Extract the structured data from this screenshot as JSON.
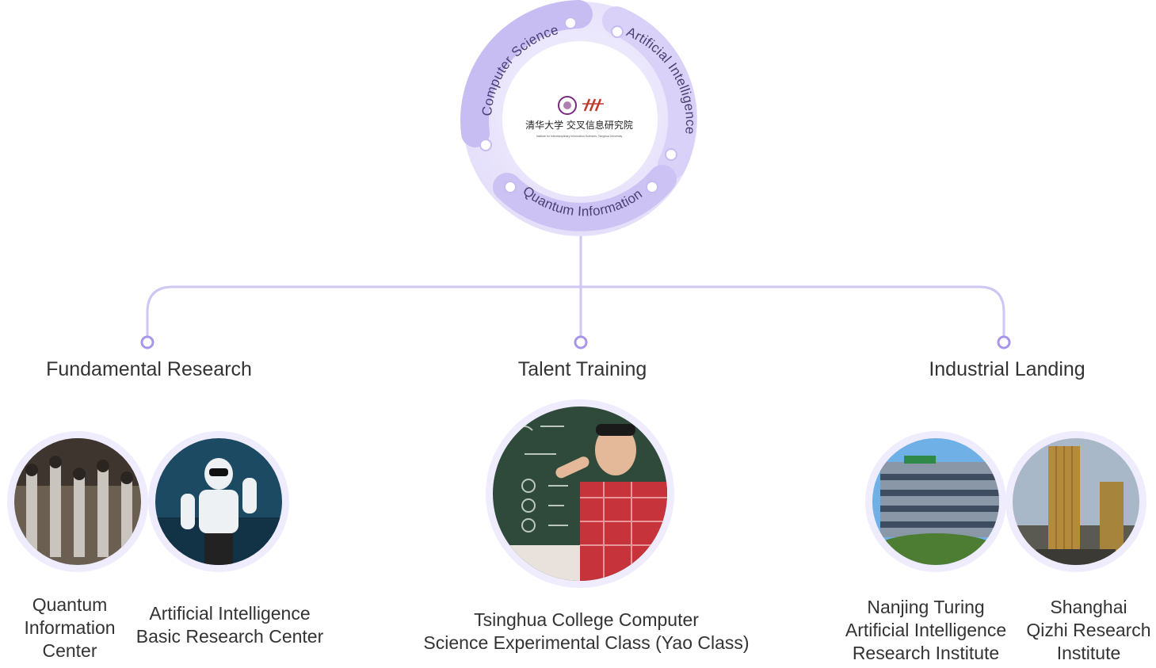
{
  "center": {
    "ring_labels": {
      "computer_science": "Computer Science",
      "artificial_intelligence": "Artificial Intelligence",
      "quantum_information": "Quantum Information"
    },
    "logo": {
      "name_cn": "清华大学 交叉信息研究院",
      "name_en": "Institute for Interdisciplinary Information Sciences, Tsinghua University"
    }
  },
  "branches": [
    {
      "title": "Fundamental Research",
      "items": [
        {
          "caption_lines": [
            "Quantum",
            "Information",
            "Center"
          ],
          "image": "quantum-lab-photo"
        },
        {
          "caption_lines": [
            "Artificial Intelligence",
            "Basic Research Center"
          ],
          "image": "humanoid-robot-photo"
        }
      ]
    },
    {
      "title": "Talent Training",
      "items": [
        {
          "caption_lines": [
            "Tsinghua College Computer",
            "Science Experimental Class (Yao Class)"
          ],
          "image": "lecturer-chalkboard-photo"
        }
      ]
    },
    {
      "title": "Industrial Landing",
      "items": [
        {
          "caption_lines": [
            "Nanjing Turing",
            "Artificial Intelligence",
            "Research Institute"
          ],
          "image": "office-building-photo"
        },
        {
          "caption_lines": [
            "Shanghai",
            "Qizhi Research",
            "Institute"
          ],
          "image": "skyscraper-photo"
        }
      ]
    }
  ],
  "colors": {
    "ring_light": "#e8e4fb",
    "ring_accent": "#c9bff3",
    "connector": "#cfc6f4",
    "node": "#a996ea",
    "text": "#333333"
  }
}
